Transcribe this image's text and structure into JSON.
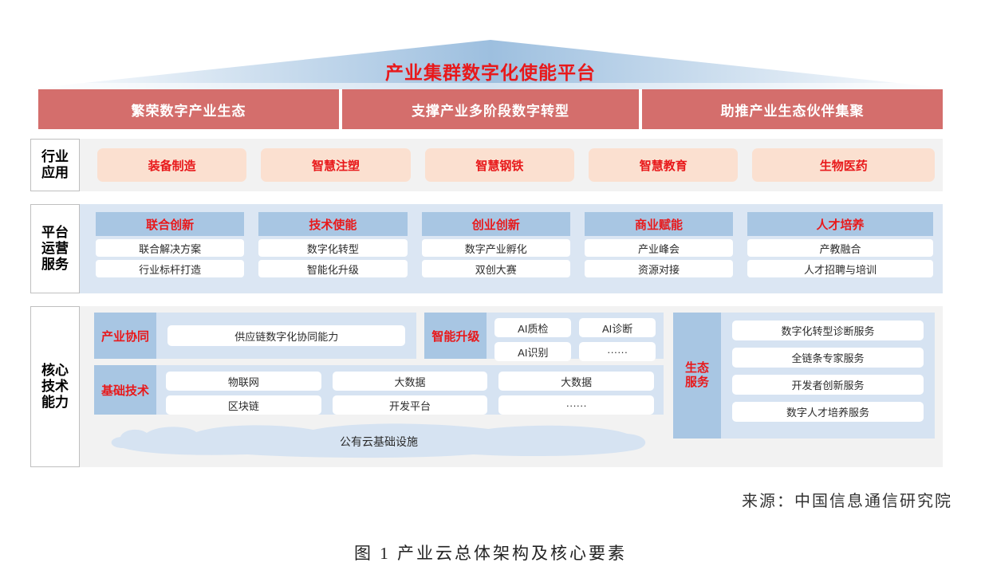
{
  "roof": {
    "title": "产业集群数字化使能平台"
  },
  "banner": {
    "cells": [
      "繁荣数字产业生态",
      "支撑产业多阶段数字转型",
      "助推产业生态伙伴集聚"
    ]
  },
  "industry": {
    "label_lines": [
      "行业",
      "应用"
    ],
    "items": [
      "装备制造",
      "智慧注塑",
      "智慧钢铁",
      "智慧教育",
      "生物医药"
    ]
  },
  "platform": {
    "label_lines": [
      "平台",
      "运营",
      "服务"
    ],
    "columns": [
      {
        "head": "联合创新",
        "items": [
          "联合解决方案",
          "行业标杆打造"
        ]
      },
      {
        "head": "技术使能",
        "items": [
          "数字化转型",
          "智能化升级"
        ]
      },
      {
        "head": "创业创新",
        "items": [
          "数字产业孵化",
          "双创大赛"
        ]
      },
      {
        "head": "商业赋能",
        "items": [
          "产业峰会",
          "资源对接"
        ]
      },
      {
        "head": "人才培养",
        "items": [
          "产教融合",
          "人才招聘与培训"
        ]
      }
    ]
  },
  "core": {
    "label_lines": [
      "核心",
      "技术",
      "能力"
    ],
    "collaboration": {
      "tag": "产业协同",
      "items": [
        "供应链数字化协同能力"
      ]
    },
    "intelligent": {
      "tag": "智能升级",
      "items": [
        "AI质检",
        "AI诊断",
        "AI识别",
        "······"
      ]
    },
    "foundation": {
      "tag": "基础技术",
      "items": [
        "物联网",
        "大数据",
        "大数据",
        "区块链",
        "开发平台",
        "······"
      ]
    },
    "cloud": {
      "label": "公有云基础设施"
    },
    "ecosystem": {
      "tag_lines": [
        "生态",
        "服务"
      ],
      "items": [
        "数字化转型诊断服务",
        "全链条专家服务",
        "开发者创新服务",
        "数字人才培养服务"
      ]
    }
  },
  "footer": {
    "source": "来源：中国信息通信研究院",
    "caption": "图 1 产业云总体架构及核心要素"
  },
  "colors": {
    "banner_red": "#d46e6c",
    "title_red": "#e8191b",
    "app_peach": "#fbe0d0",
    "head_blue": "#a8c6e3",
    "panel_blue": "#d6e3f2",
    "section_gray": "#f2f2f2",
    "platform_bg": "#dbe6f3"
  }
}
